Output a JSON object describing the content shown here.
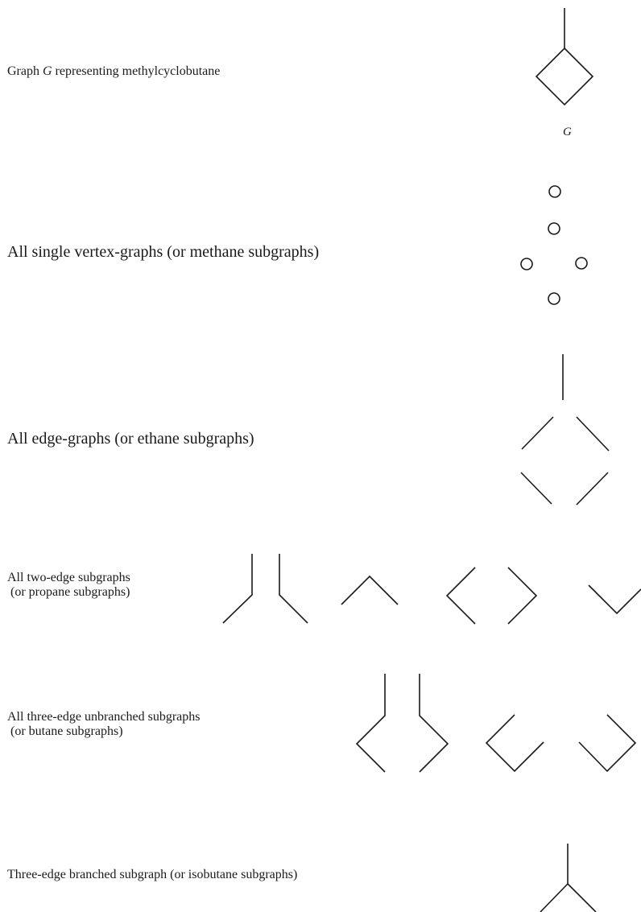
{
  "rows": [
    {
      "prefix": "Graph ",
      "symbol": "G",
      "suffix": " representing methylcyclobutane"
    },
    {
      "text": "All single vertex-graphs (or methane subgraphs)"
    },
    {
      "text": "All edge-graphs (or ethane subgraphs)"
    },
    {
      "line1": "All two-edge subgraphs",
      "line2": " (or propane subgraphs)"
    },
    {
      "line1": "All three-edge unbranched subgraphs",
      "line2": " (or butane subgraphs)"
    },
    {
      "text": "Three-edge branched subgraph (or isobutane subgraphs)"
    }
  ],
  "graph_name": "G"
}
